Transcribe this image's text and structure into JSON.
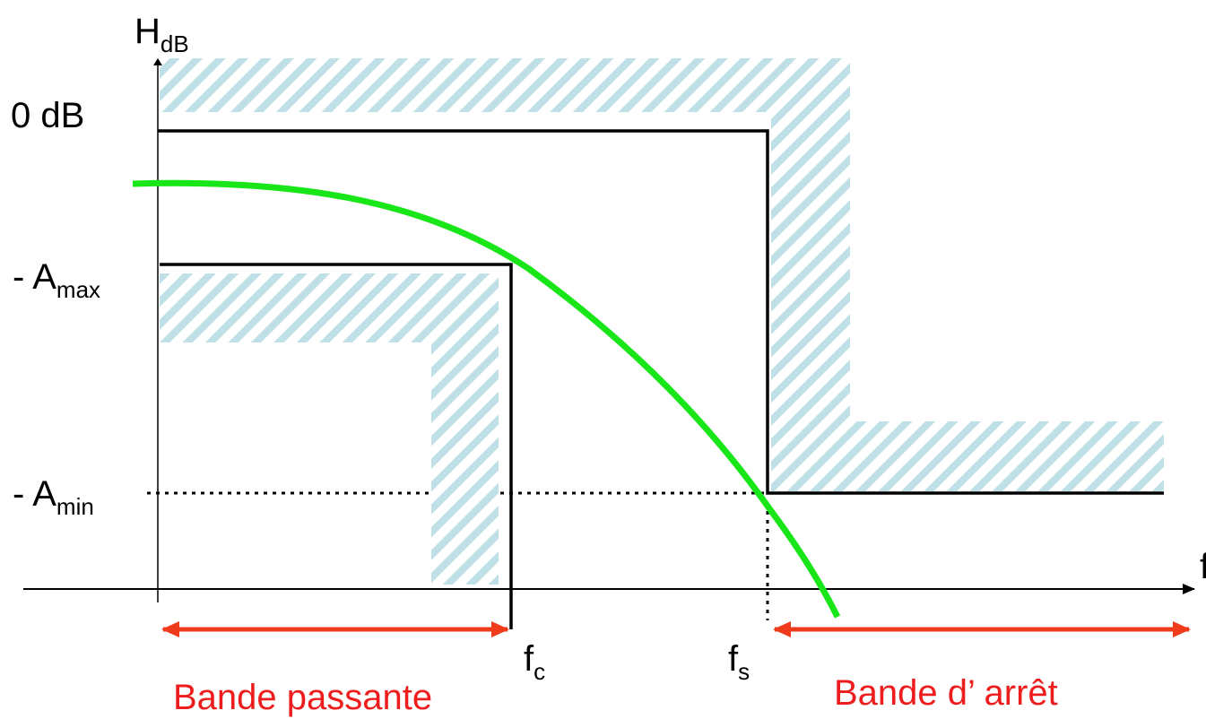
{
  "axes": {
    "y_label": "H",
    "y_label_sub": "dB",
    "x_label": "f"
  },
  "levels": {
    "zero": "0 dB",
    "amax_prefix": "- A",
    "amax_sub": "max",
    "amin_prefix": "- A",
    "amin_sub": "min"
  },
  "freqs": {
    "fc": "f",
    "fc_sub": "c",
    "fs": "f",
    "fs_sub": "s"
  },
  "bands": {
    "passband": "Bande passante",
    "stopband": "Bande d’ arrêt"
  },
  "colors": {
    "hatch": "#bfe0e6",
    "curve": "#19e619",
    "arrow": "#ef3a1b",
    "band_text": "#ee1d1d",
    "template": "#000000"
  }
}
